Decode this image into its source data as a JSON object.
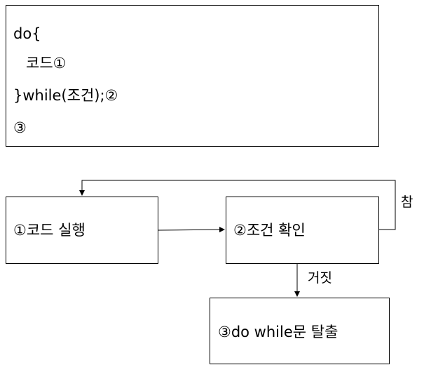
{
  "code": {
    "line1": "do{",
    "line2": "코드①",
    "line3": "}while(조건);②",
    "line4": "③"
  },
  "flow": {
    "node1": "①코드 실행",
    "node2": "②조건 확인",
    "node3": "③do while문 탈출",
    "true_label": "참",
    "false_label": "거짓"
  }
}
